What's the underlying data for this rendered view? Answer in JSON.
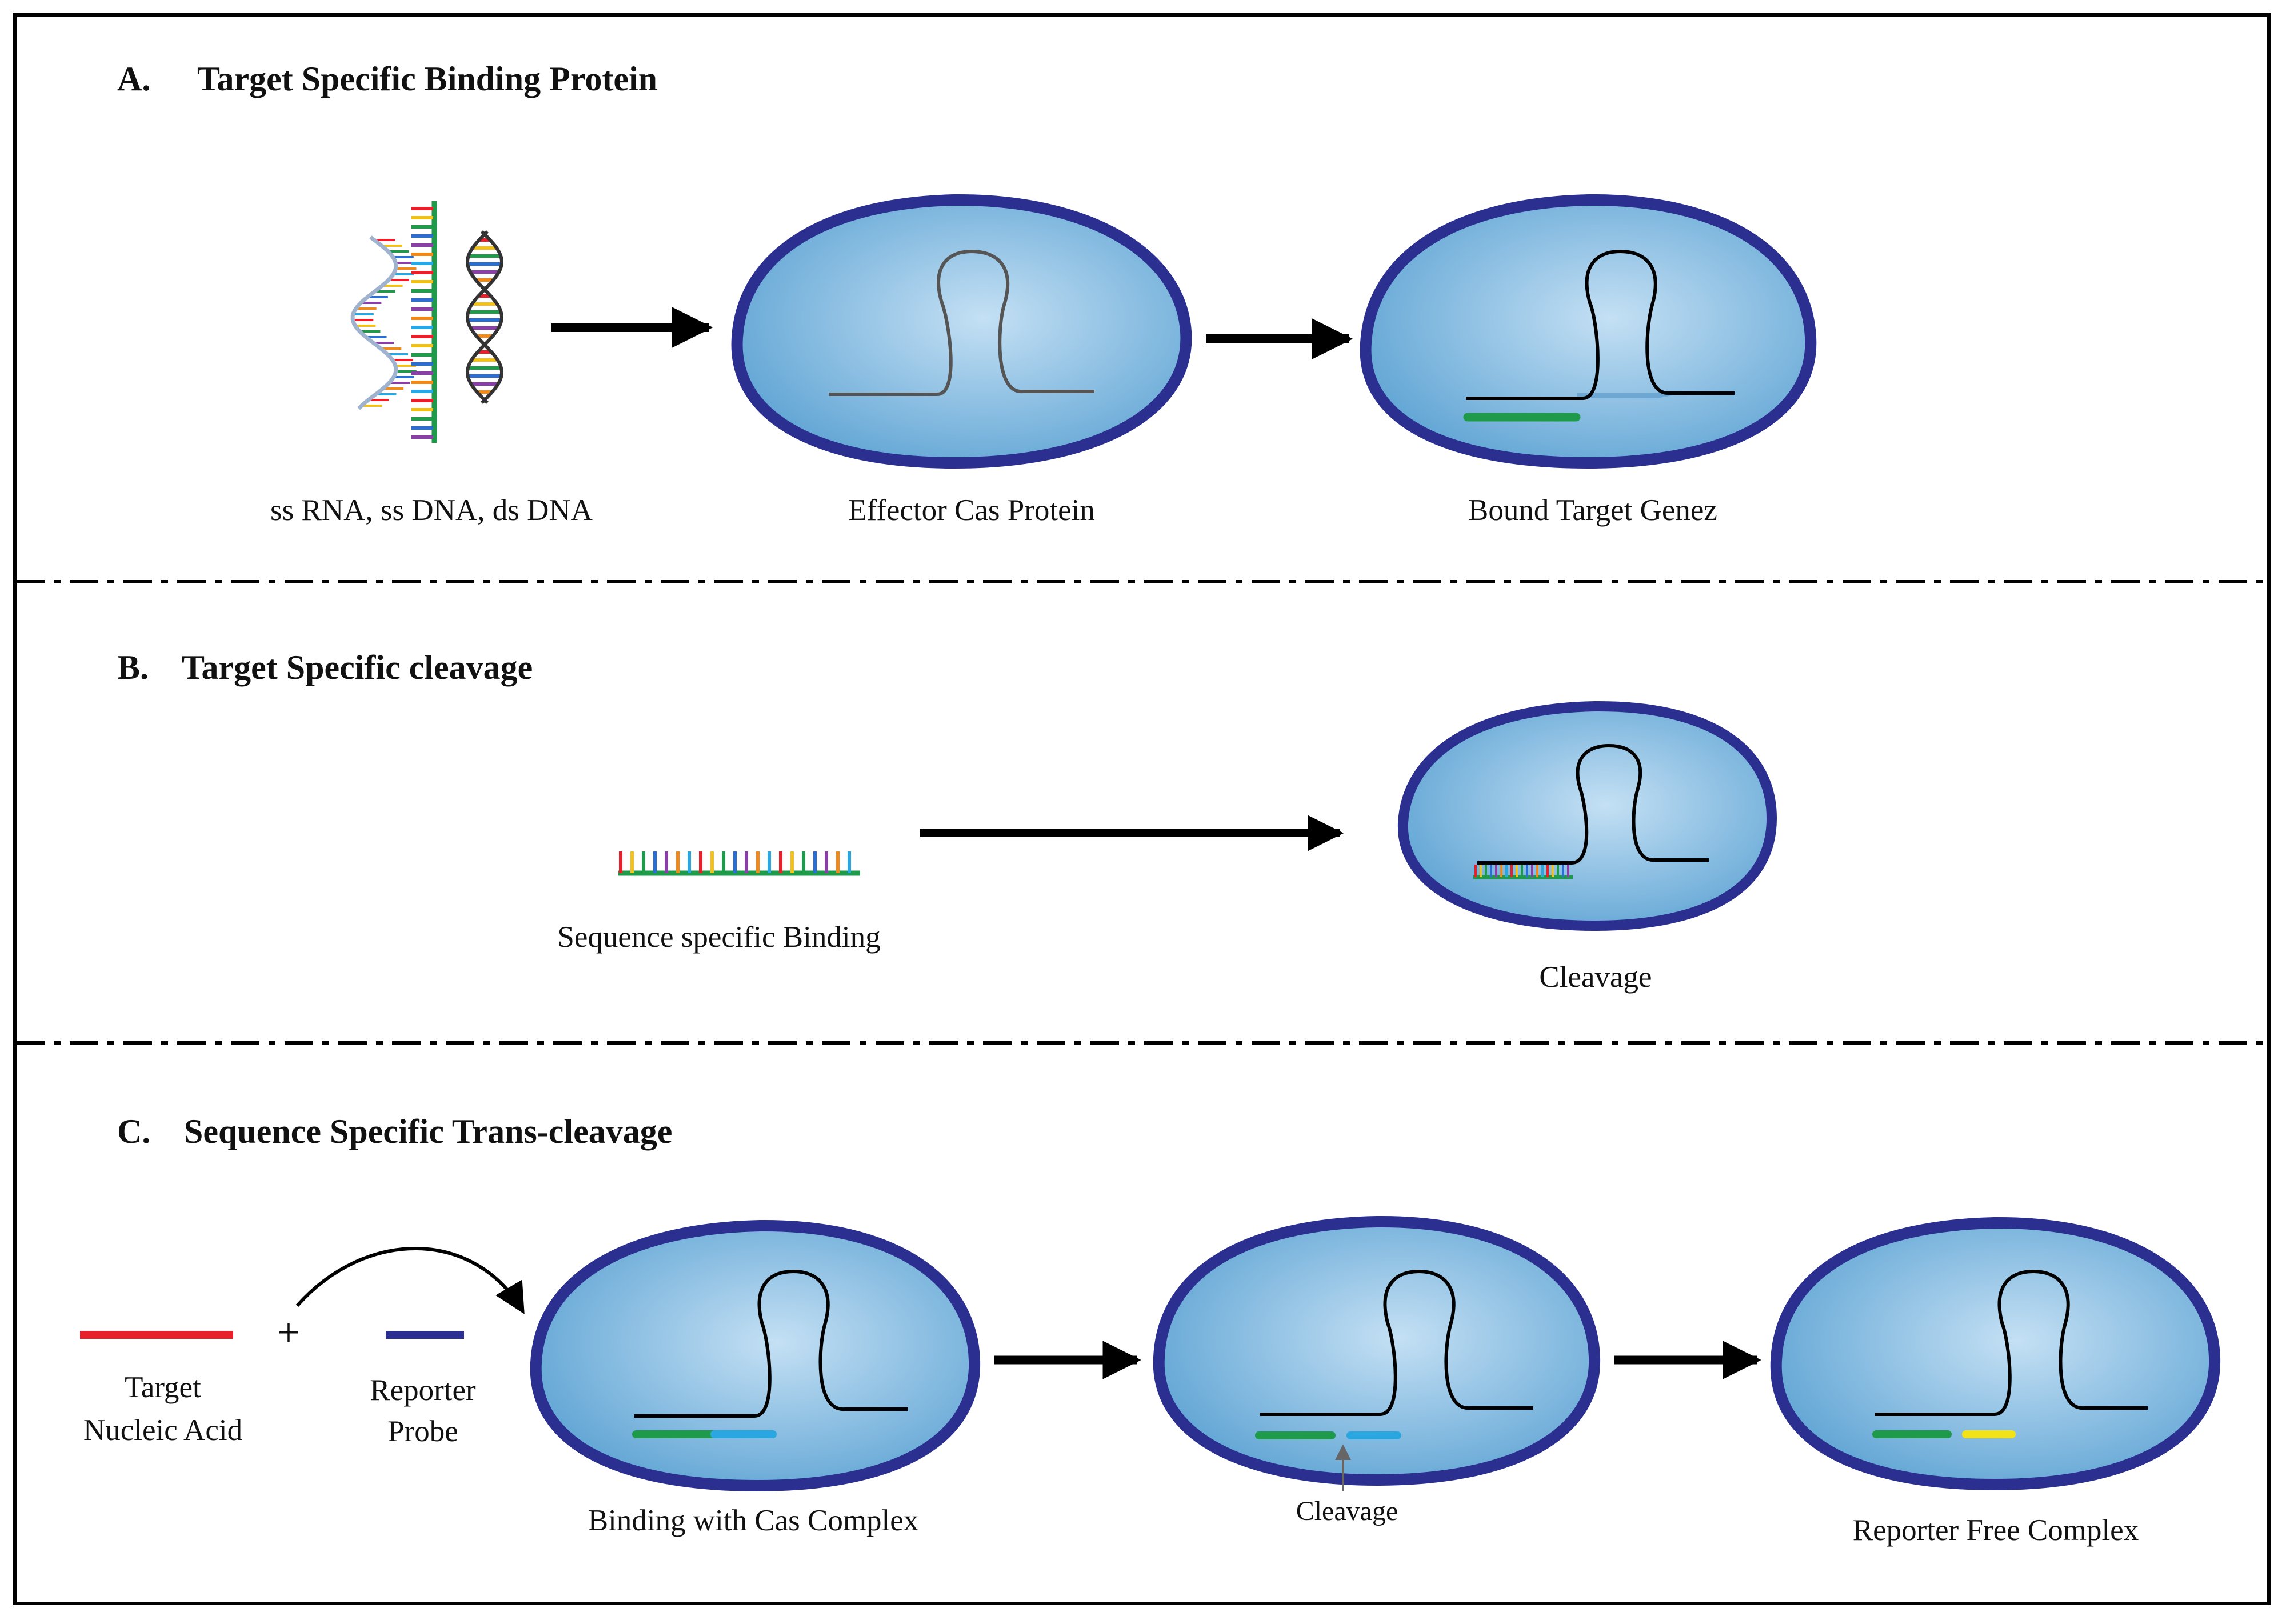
{
  "panels": {
    "a": {
      "letter": "A.",
      "title": "Target Specific Binding Protein",
      "labels": {
        "substrates": "ss RNA, ss DNA, ds DNA",
        "effector": "Effector Cas Protein",
        "bound": "Bound Target Genez"
      }
    },
    "b": {
      "letter": "B.",
      "title": "Target Specific cleavage",
      "labels": {
        "binding": "Sequence specific Binding",
        "cleavage": "Cleavage"
      }
    },
    "c": {
      "letter": "C.",
      "title": "Sequence Specific Trans-cleavage",
      "labels": {
        "target_line1": "Target",
        "target_line2": "Nucleic Acid",
        "plus": "+",
        "reporter_line1": "Reporter",
        "reporter_line2": "Probe",
        "binding_complex": "Binding with Cas Complex",
        "cleavage_point": "Cleavage",
        "reporter_free": "Reporter Free Complex"
      }
    }
  },
  "colors": {
    "cell_outline": "#2b2f8f",
    "cell_fill_light": "#c4e0f4",
    "cell_fill_dark": "#5fa4d4",
    "target_strand": "#e8202a",
    "reporter_strand": "#2b2f8f",
    "bound_green": "#1f9a4a",
    "probe_cyan": "#2aa7e0",
    "freed_yellow": "#f2e21a"
  }
}
